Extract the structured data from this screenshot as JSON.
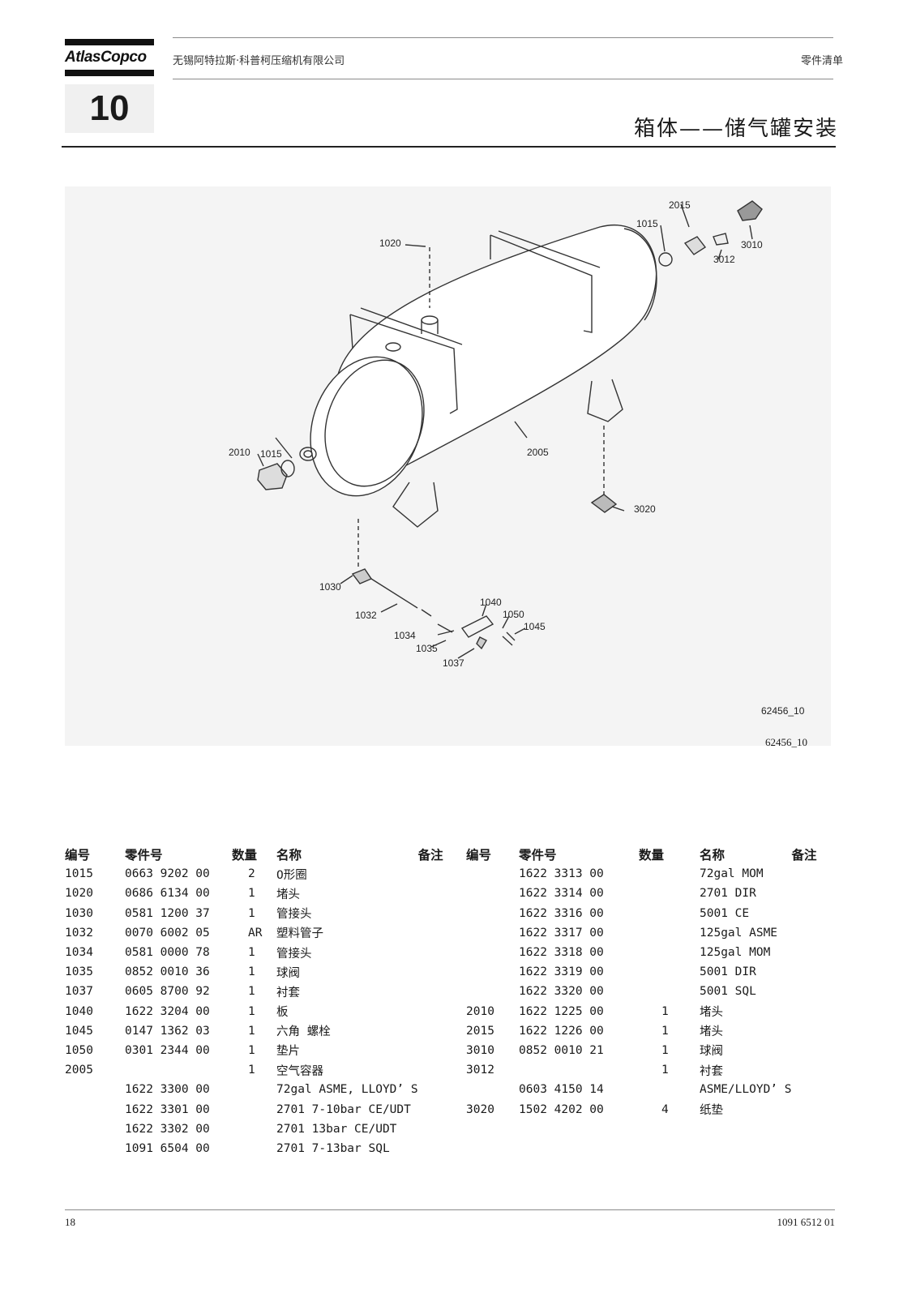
{
  "header": {
    "logo_text": "AtlasCopco",
    "company": "无锡阿特拉斯·科普柯压缩机有限公司",
    "doc_type": "零件清单",
    "chapter": "10",
    "title": "箱体——储气罐安装"
  },
  "figure": {
    "callouts": [
      "1020",
      "2015",
      "1015",
      "3010",
      "3012",
      "1015",
      "2010",
      "2005",
      "3020",
      "1030",
      "1040",
      "1050",
      "1032",
      "1045",
      "1034",
      "1035",
      "1037"
    ],
    "inner_id": "62456_10",
    "caption": "62456_10"
  },
  "table_headers": {
    "no": "编号",
    "part_no": "零件号",
    "qty": "数量",
    "name": "名称",
    "remark": "备注"
  },
  "left_rows": [
    {
      "no": "1015",
      "part": "0663 9202 00",
      "qty": "2",
      "name": "O形圈"
    },
    {
      "no": "1020",
      "part": "0686 6134 00",
      "qty": "1",
      "name": "堵头"
    },
    {
      "no": "1030",
      "part": "0581 1200 37",
      "qty": "1",
      "name": "管接头"
    },
    {
      "no": "1032",
      "part": "0070 6002 05",
      "qty": "AR",
      "name": "塑料管子"
    },
    {
      "no": "1034",
      "part": "0581 0000 78",
      "qty": "1",
      "name": "管接头"
    },
    {
      "no": "1035",
      "part": "0852 0010 36",
      "qty": "1",
      "name": "球阀"
    },
    {
      "no": "1037",
      "part": "0605 8700 92",
      "qty": "1",
      "name": "衬套"
    },
    {
      "no": "1040",
      "part": "1622 3204 00",
      "qty": "1",
      "name": "板"
    },
    {
      "no": "1045",
      "part": "0147 1362 03",
      "qty": "1",
      "name": "六角 螺栓"
    },
    {
      "no": "1050",
      "part": "0301 2344 00",
      "qty": "1",
      "name": "垫片"
    },
    {
      "no": "2005",
      "part": "",
      "qty": "1",
      "name": "空气容器"
    },
    {
      "no": "",
      "part": "1622 3300 00",
      "qty": "",
      "name": "72gal ASME, LLOYD’ S"
    },
    {
      "no": "",
      "part": "1622 3301 00",
      "qty": "",
      "name": "2701 7-10bar CE/UDT"
    },
    {
      "no": "",
      "part": "1622 3302 00",
      "qty": "",
      "name": "2701 13bar CE/UDT"
    },
    {
      "no": "",
      "part": "1091 6504 00",
      "qty": "",
      "name": "2701 7-13bar SQL"
    }
  ],
  "right_rows": [
    {
      "no": "",
      "part": "1622 3313 00",
      "qty": "",
      "name": "72gal MOM"
    },
    {
      "no": "",
      "part": "1622 3314 00",
      "qty": "",
      "name": "2701 DIR"
    },
    {
      "no": "",
      "part": "1622 3316 00",
      "qty": "",
      "name": "5001 CE"
    },
    {
      "no": "",
      "part": "1622 3317 00",
      "qty": "",
      "name": "125gal ASME"
    },
    {
      "no": "",
      "part": "1622 3318 00",
      "qty": "",
      "name": "125gal MOM"
    },
    {
      "no": "",
      "part": "1622 3319 00",
      "qty": "",
      "name": "5001 DIR"
    },
    {
      "no": "",
      "part": "1622 3320 00",
      "qty": "",
      "name": "5001 SQL"
    },
    {
      "no": "2010",
      "part": "1622 1225 00",
      "qty": "1",
      "name": "堵头"
    },
    {
      "no": "2015",
      "part": "1622 1226 00",
      "qty": "1",
      "name": "堵头"
    },
    {
      "no": "3010",
      "part": "0852 0010 21",
      "qty": "1",
      "name": "球阀"
    },
    {
      "no": "3012",
      "part": "",
      "qty": "1",
      "name": "衬套"
    },
    {
      "no": "",
      "part": "0603 4150 14",
      "qty": "",
      "name": "ASME/LLOYD’ S"
    },
    {
      "no": "3020",
      "part": "1502 4202 00",
      "qty": "4",
      "name": "纸垫"
    }
  ],
  "footer": {
    "page": "18",
    "doc_no": "1091 6512 01"
  }
}
